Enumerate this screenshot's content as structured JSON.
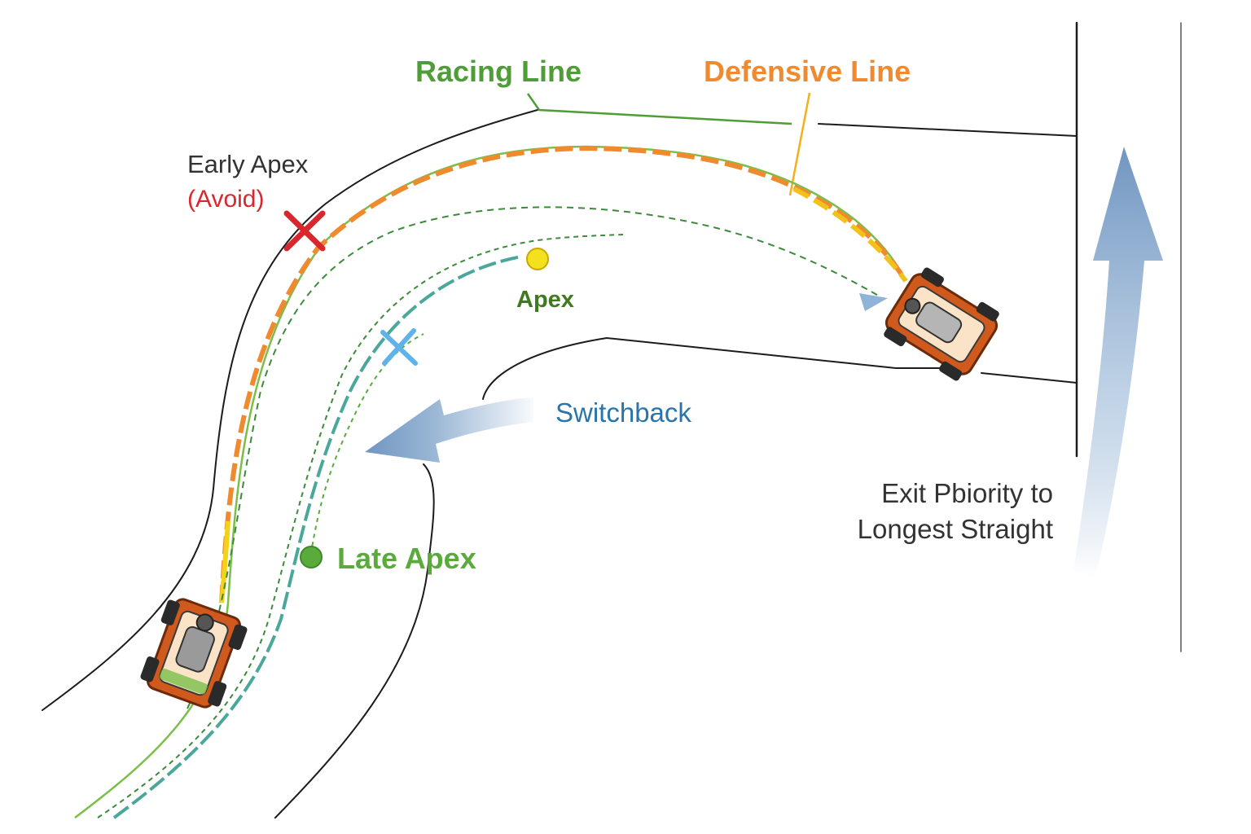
{
  "labels": {
    "racing_line": "Racing Line",
    "defensive_line": "Defensive Line",
    "early_apex": "Early Apex",
    "avoid": "(Avoid)",
    "apex": "Apex",
    "switchback": "Switchback",
    "late_apex": "Late Apex",
    "exit_line1": "Exit Pbiority to",
    "exit_line2": "Longest Straight"
  },
  "colors": {
    "racing_line": "#4f9d36",
    "defensive_line": "#ef8a2f",
    "defensive_yellow": "#f2c21a",
    "avoid_red": "#d9272e",
    "apex_green": "#3f7a1f",
    "apex_yellow": "#f4e01c",
    "switchback_blue": "#2a74a8",
    "arrow_blue": "#7fa3c9",
    "cross_blue": "#5fb3e8",
    "late_apex_green": "#5aaa3c",
    "text_dark": "#333333",
    "track_edge": "#1c1c1c",
    "teal_line": "#4aa89a",
    "kart_orange": "#d05a1e"
  },
  "icons": {
    "early_apex_marker": "red-x-mark",
    "apex_marker": "yellow-dot",
    "late_apex_marker": "green-dot",
    "switchback_marker": "blue-x-mark",
    "kart": "go-kart"
  }
}
